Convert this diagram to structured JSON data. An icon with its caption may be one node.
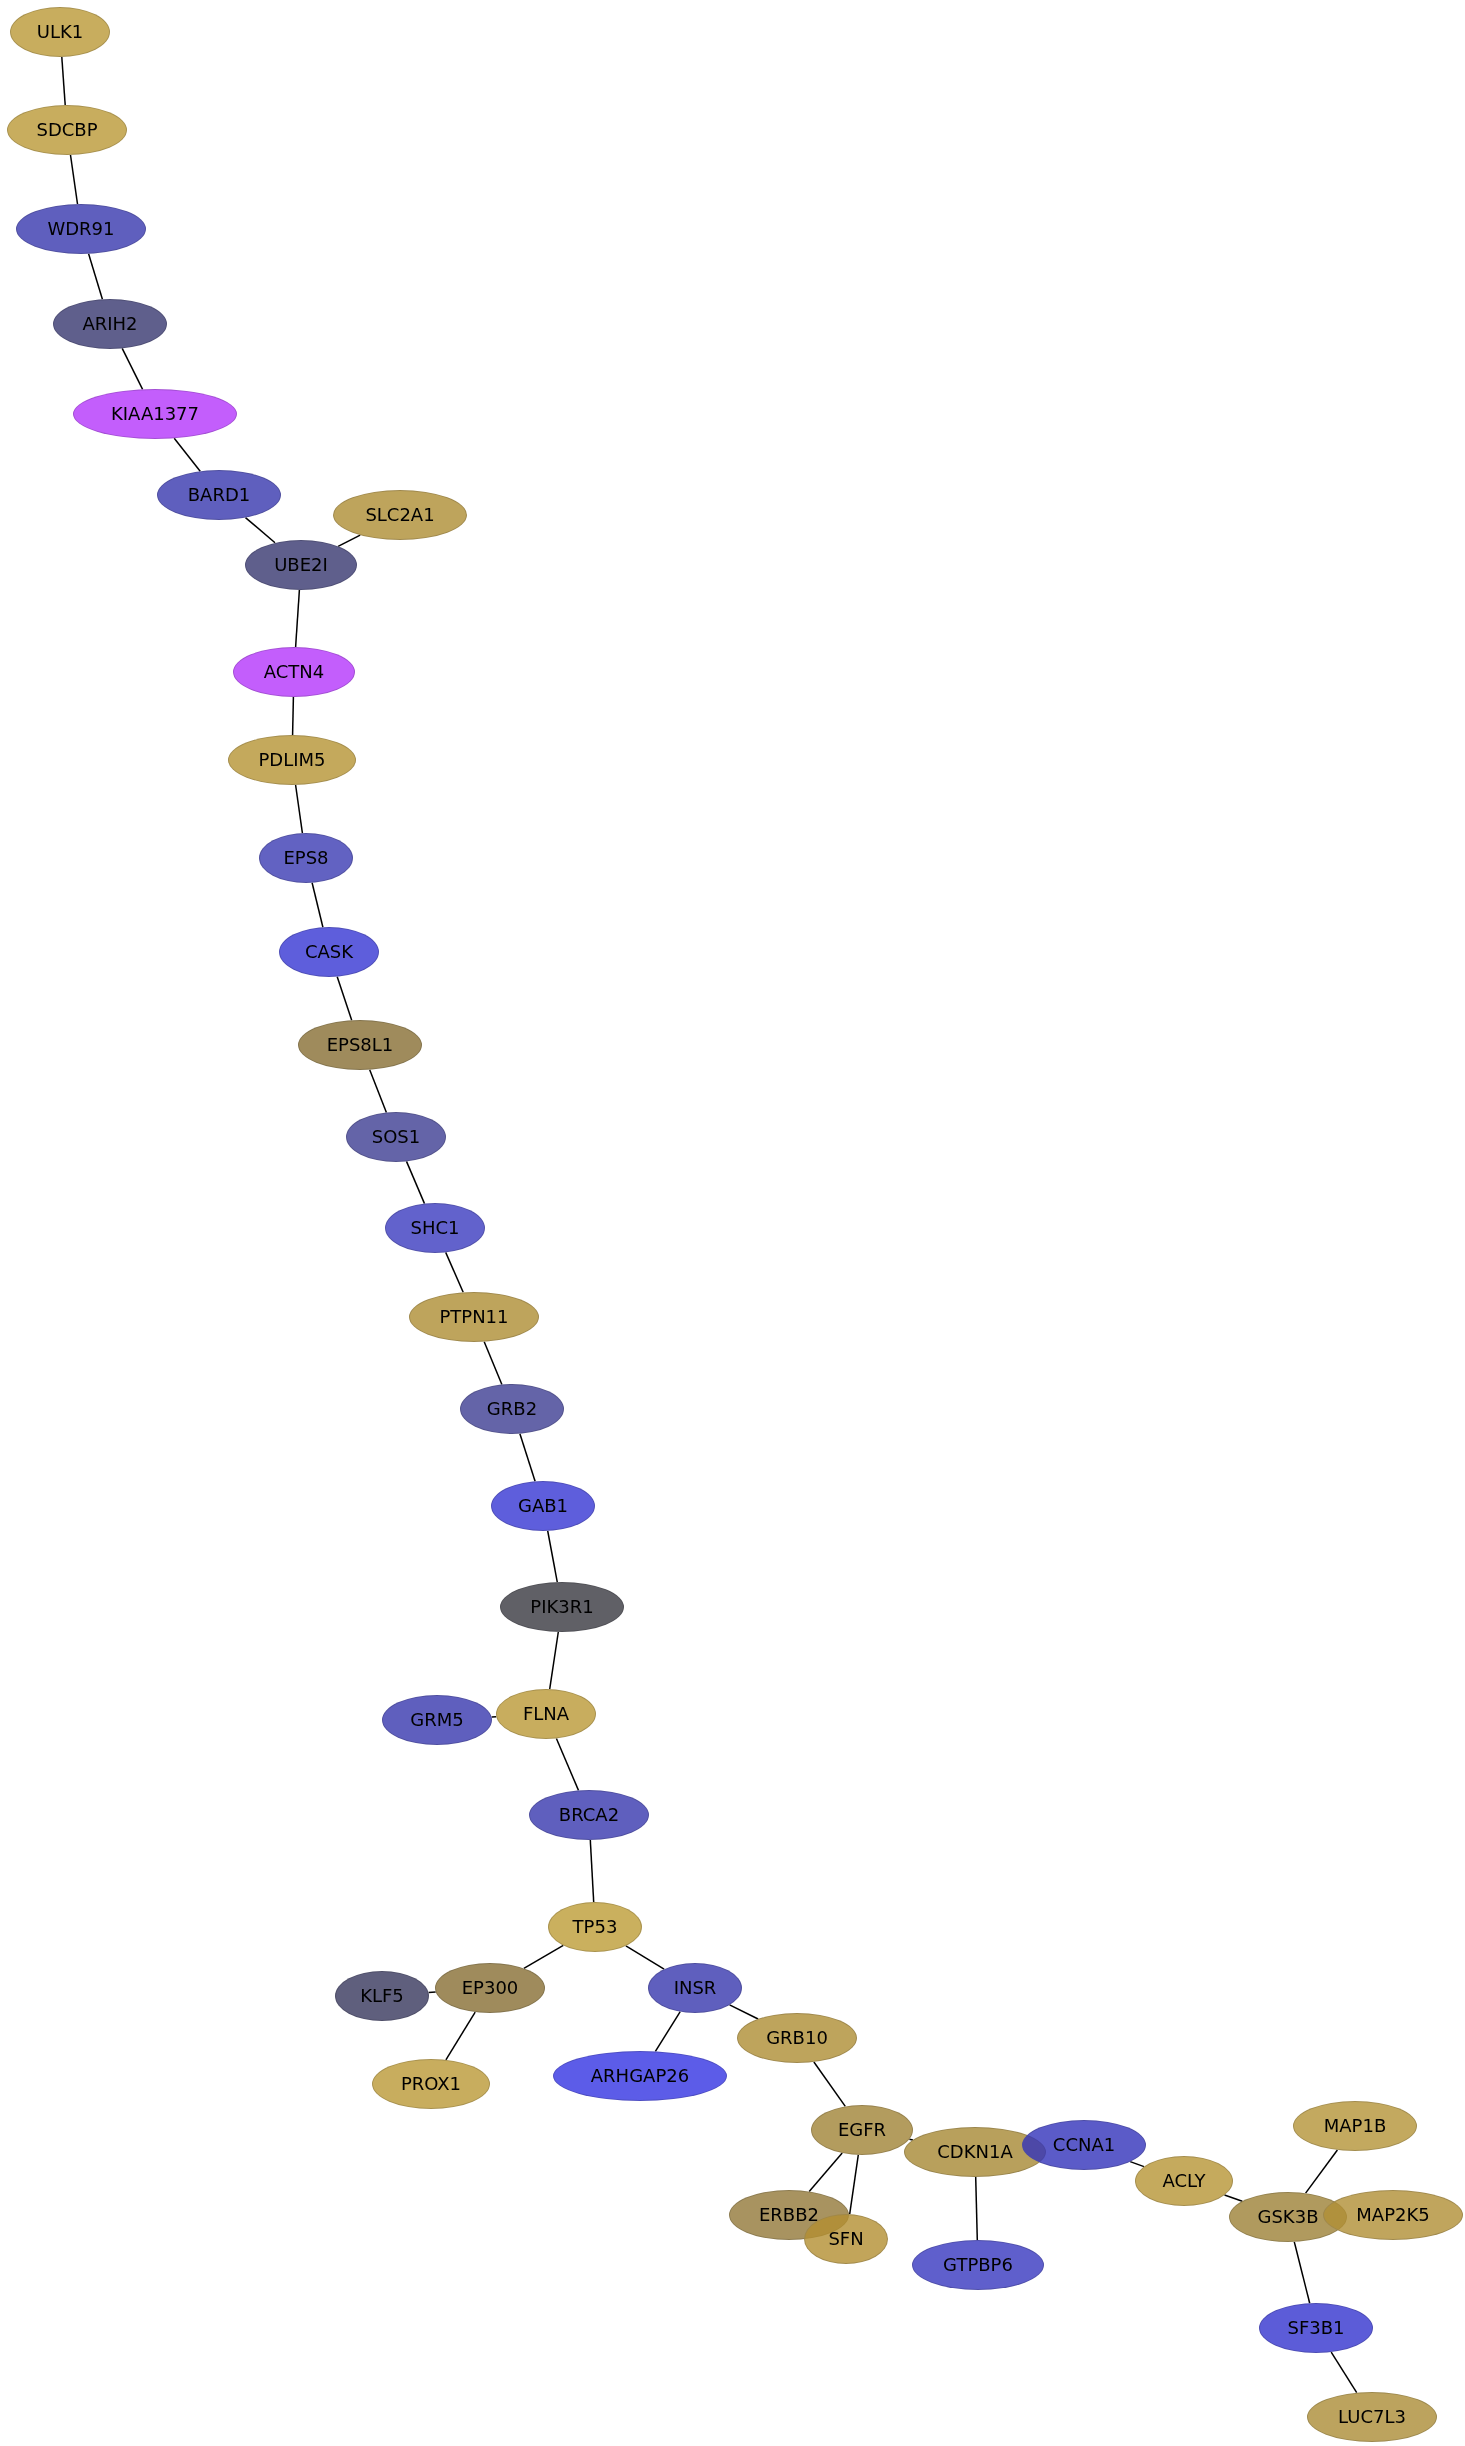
{
  "diagram": {
    "nodes": [
      {
        "text": [
          "ULK1"
        ]
      },
      {
        "text": [
          "SDCBP"
        ]
      },
      {
        "text": [
          "WDR91"
        ]
      },
      {
        "text": [
          "ARIH2"
        ]
      },
      {
        "text": [
          "KIAA1377"
        ]
      },
      {
        "text": [
          "BARD1"
        ]
      },
      {
        "text": [
          "SLC2A1"
        ]
      },
      {
        "text": [
          "UBE2I"
        ]
      },
      {
        "text": [
          "ACTN4"
        ]
      },
      {
        "text": [
          "PDLIM5"
        ]
      },
      {
        "text": [
          "EPS8"
        ]
      },
      {
        "text": [
          "CASK"
        ]
      },
      {
        "text": [
          "EPS8L1"
        ]
      },
      {
        "text": [
          "SOS1"
        ]
      },
      {
        "text": [
          "SHC1"
        ]
      },
      {
        "text": [
          "PTPN11"
        ]
      },
      {
        "text": [
          "GRB2"
        ]
      },
      {
        "text": [
          "GAB1"
        ]
      },
      {
        "text": [
          "PIK3R1"
        ]
      },
      {
        "text": [
          "GRM5"
        ]
      },
      {
        "text": [
          "FLNA"
        ]
      },
      {
        "text": [
          "BRCA2"
        ]
      },
      {
        "text": [
          "TP53"
        ]
      },
      {
        "text": [
          "KLF5"
        ]
      },
      {
        "text": [
          "EP300"
        ]
      },
      {
        "text": [
          "INSR"
        ]
      },
      {
        "text": [
          "GRB10"
        ]
      },
      {
        "text": [
          "ARHGAP26"
        ]
      },
      {
        "text": [
          "PROX1"
        ]
      },
      {
        "text": [
          "EGFR"
        ]
      },
      {
        "text": [
          "CDKN1A"
        ]
      },
      {
        "text": [
          "CCNA1"
        ]
      },
      {
        "text": [
          "MAP1B"
        ]
      },
      {
        "text": [
          "ACLY"
        ]
      },
      {
        "text": [
          "ERBB2"
        ]
      },
      {
        "text": [
          "GSK3B"
        ]
      },
      {
        "text": [
          "MAP2K5"
        ]
      },
      {
        "text": [
          "SFN"
        ]
      },
      {
        "text": [
          "GTPBP6"
        ]
      },
      {
        "text": [
          "SF3B1"
        ]
      },
      {
        "text": [
          "LUC7L3"
        ]
      }
    ],
    "edges": [
      {
        "from": 0,
        "to": 1,
        "arrow": "none"
      },
      {
        "from": 1,
        "to": 2,
        "arrow": "none"
      },
      {
        "from": 2,
        "to": 3,
        "arrow": "none"
      },
      {
        "from": 3,
        "to": 4,
        "arrow": "none"
      },
      {
        "from": 4,
        "to": 5,
        "arrow": "none"
      },
      {
        "from": 5,
        "to": 7,
        "arrow": "none"
      },
      {
        "from": 6,
        "to": 7,
        "arrow": "none"
      },
      {
        "from": 7,
        "to": 8,
        "arrow": "none"
      },
      {
        "from": 8,
        "to": 9,
        "arrow": "none"
      },
      {
        "from": 9,
        "to": 10,
        "arrow": "none"
      },
      {
        "from": 10,
        "to": 11,
        "arrow": "none"
      },
      {
        "from": 11,
        "to": 12,
        "arrow": "none"
      },
      {
        "from": 12,
        "to": 13,
        "arrow": "none"
      },
      {
        "from": 13,
        "to": 14,
        "arrow": "none"
      },
      {
        "from": 14,
        "to": 15,
        "arrow": "none"
      },
      {
        "from": 15,
        "to": 16,
        "arrow": "none"
      },
      {
        "from": 16,
        "to": 17,
        "arrow": "none"
      },
      {
        "from": 17,
        "to": 18,
        "arrow": "none"
      },
      {
        "from": 18,
        "to": 20,
        "arrow": "none"
      },
      {
        "from": 19,
        "to": 20,
        "arrow": "none"
      },
      {
        "from": 20,
        "to": 21,
        "arrow": "none"
      },
      {
        "from": 21,
        "to": 22,
        "arrow": "none"
      },
      {
        "from": 22,
        "to": 24,
        "arrow": "none"
      },
      {
        "from": 22,
        "to": 25,
        "arrow": "none"
      },
      {
        "from": 23,
        "to": 24,
        "arrow": "none"
      },
      {
        "from": 24,
        "to": 28,
        "arrow": "none"
      },
      {
        "from": 25,
        "to": 27,
        "arrow": "none"
      },
      {
        "from": 25,
        "to": 26,
        "arrow": "none"
      },
      {
        "from": 26,
        "to": 29,
        "arrow": "none"
      },
      {
        "from": 29,
        "to": 34,
        "arrow": "none"
      },
      {
        "from": 29,
        "to": 37,
        "arrow": "none"
      },
      {
        "from": 29,
        "to": 30,
        "arrow": "none"
      },
      {
        "from": 30,
        "to": 38,
        "arrow": "none"
      },
      {
        "from": 31,
        "to": 33,
        "arrow": "none"
      },
      {
        "from": 33,
        "to": 35,
        "arrow": "none"
      },
      {
        "from": 35,
        "to": 32,
        "arrow": "none"
      },
      {
        "from": 35,
        "to": 39,
        "arrow": "none"
      },
      {
        "from": 39,
        "to": 40,
        "arrow": "none"
      }
    ]
  }
}
